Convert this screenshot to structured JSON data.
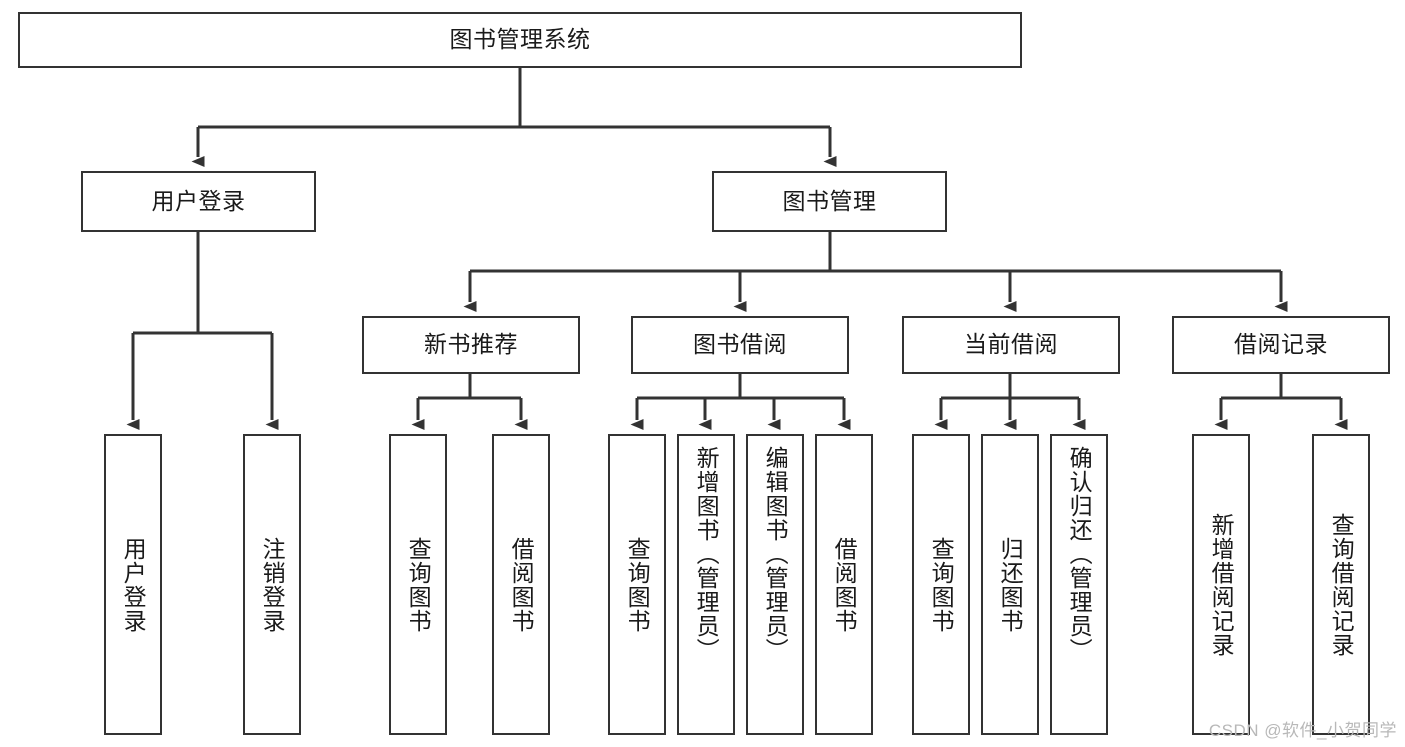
{
  "diagram": {
    "type": "hierarchy-tree",
    "title": "图书管理系统",
    "watermark": "CSDN @软件_小贺同学",
    "colors": {
      "stroke": "#333333",
      "fill": "#ffffff",
      "text": "#1a1a1a",
      "watermark": "#b8b8b8"
    },
    "root": {
      "label": "图书管理系统"
    },
    "level2": [
      {
        "label": "用户登录"
      },
      {
        "label": "图书管理"
      }
    ],
    "level3": [
      {
        "label": "新书推荐"
      },
      {
        "label": "图书借阅"
      },
      {
        "label": "当前借阅"
      },
      {
        "label": "借阅记录"
      }
    ],
    "leaves": {
      "user_login": [
        {
          "label": "用户登录"
        },
        {
          "label": "注销登录"
        }
      ],
      "new_book_recommend": [
        {
          "label": "查询图书"
        },
        {
          "label": "借阅图书"
        }
      ],
      "book_borrow": [
        {
          "label": "查询图书"
        },
        {
          "label": "新增图书（管理员）"
        },
        {
          "label": "编辑图书（管理员）"
        },
        {
          "label": "借阅图书"
        }
      ],
      "current_borrow": [
        {
          "label": "查询图书"
        },
        {
          "label": "归还图书"
        },
        {
          "label": "确认归还（管理员）"
        }
      ],
      "borrow_record": [
        {
          "label": "新增借阅记录"
        },
        {
          "label": "查询借阅记录"
        }
      ]
    }
  }
}
